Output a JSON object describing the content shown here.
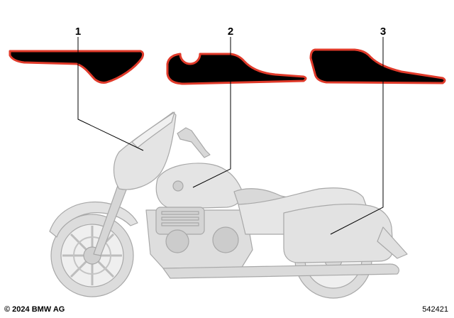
{
  "callouts": [
    {
      "number": "1",
      "part": "windscreen-fairing-decal"
    },
    {
      "number": "2",
      "part": "fuel-tank-decal"
    },
    {
      "number": "3",
      "part": "saddlebag-decal"
    }
  ],
  "footer": {
    "copyright": "© 2024 BMW AG",
    "doc_number": "542421"
  },
  "colors": {
    "decal_fill": "#000000",
    "decal_outline": "#e03a2a",
    "bike_fill": "#e6e6e6",
    "bike_stroke": "#a8a8a8",
    "leader_line": "#000000"
  }
}
